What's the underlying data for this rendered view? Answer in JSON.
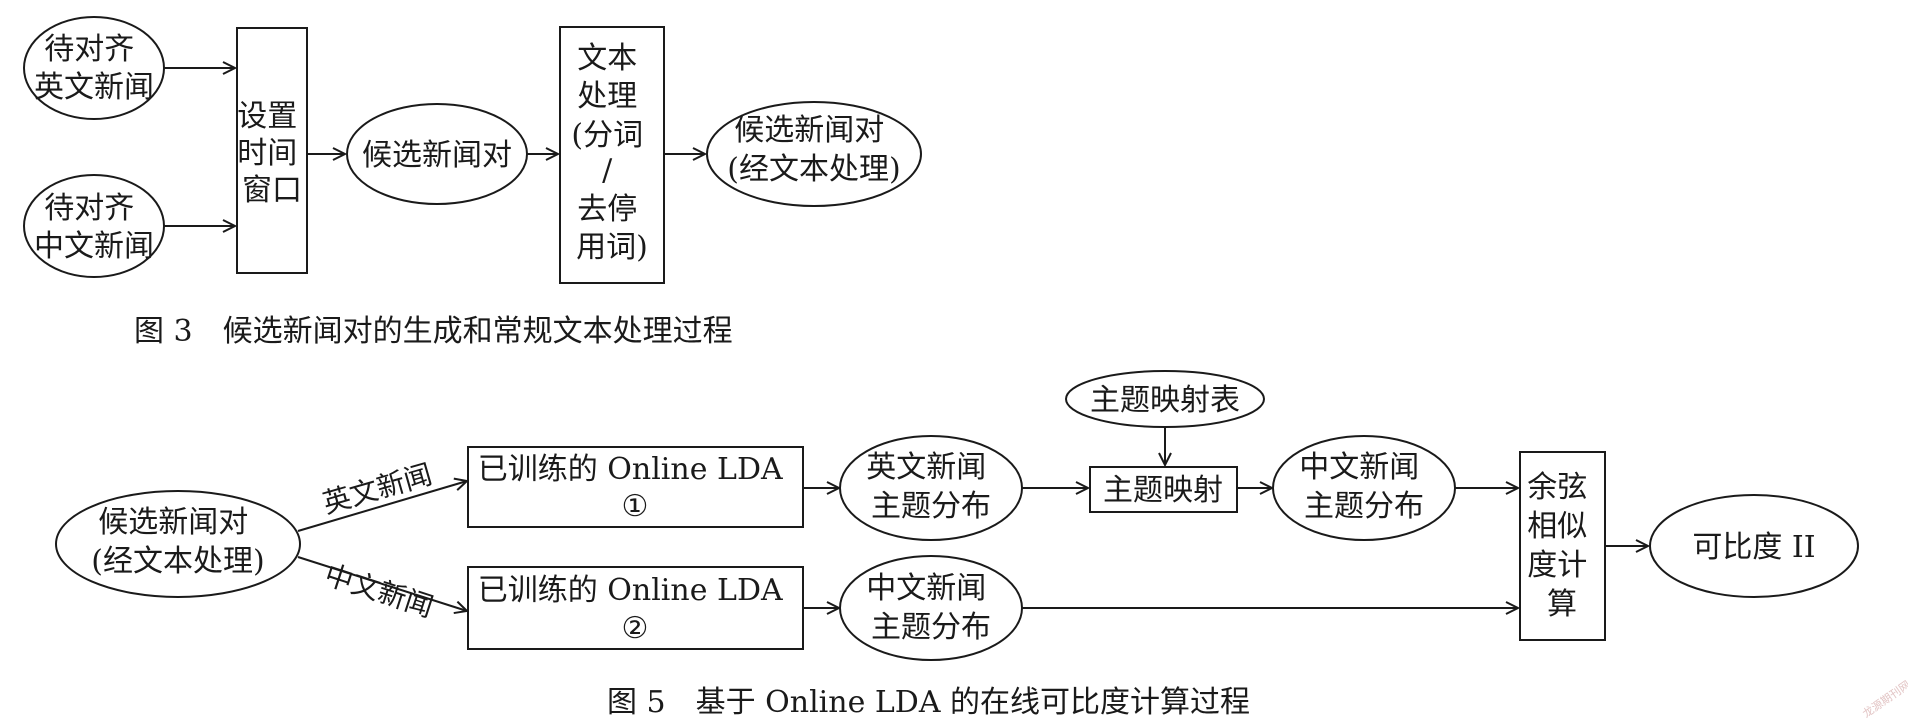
{
  "figure3": {
    "caption": "图 3　候选新闻对的生成和常规文本处理过程",
    "nodes": {
      "en_news": [
        "待对齐",
        "英文新闻"
      ],
      "zh_news": [
        "待对齐",
        "中文新闻"
      ],
      "time_window": [
        "设置",
        "时间",
        "窗口"
      ],
      "candidate_pairs": [
        "候选新闻对"
      ],
      "text_processing": [
        "文本",
        "处理",
        "(分词",
        "/",
        "去停",
        "用词)"
      ],
      "processed_pairs": [
        "候选新闻对",
        "(经文本处理)"
      ]
    }
  },
  "figure5": {
    "caption": "图 5　基于 Online LDA 的在线可比度计算过程",
    "nodes": {
      "processed_pairs": [
        "候选新闻对",
        "(经文本处理)"
      ],
      "lda_1": [
        "已训练的 Online  LDA",
        "①"
      ],
      "lda_2": [
        "已训练的 Online  LDA",
        "②"
      ],
      "en_topic_dist": [
        "英文新闻",
        "主题分布"
      ],
      "zh_topic_dist_2": [
        "中文新闻",
        "主题分布"
      ],
      "topic_mapping_table": [
        "主题映射表"
      ],
      "topic_mapping": [
        "主题映射"
      ],
      "zh_topic_dist_1": [
        "中文新闻",
        "主题分布"
      ],
      "cosine_similarity": [
        "余弦",
        "相似",
        "度计",
        "算"
      ],
      "comparability": [
        "可比度 II"
      ]
    },
    "edge_labels": {
      "en_news": "英文新闻",
      "zh_news": "中文新闻"
    }
  },
  "watermark": "龙源期刊网"
}
